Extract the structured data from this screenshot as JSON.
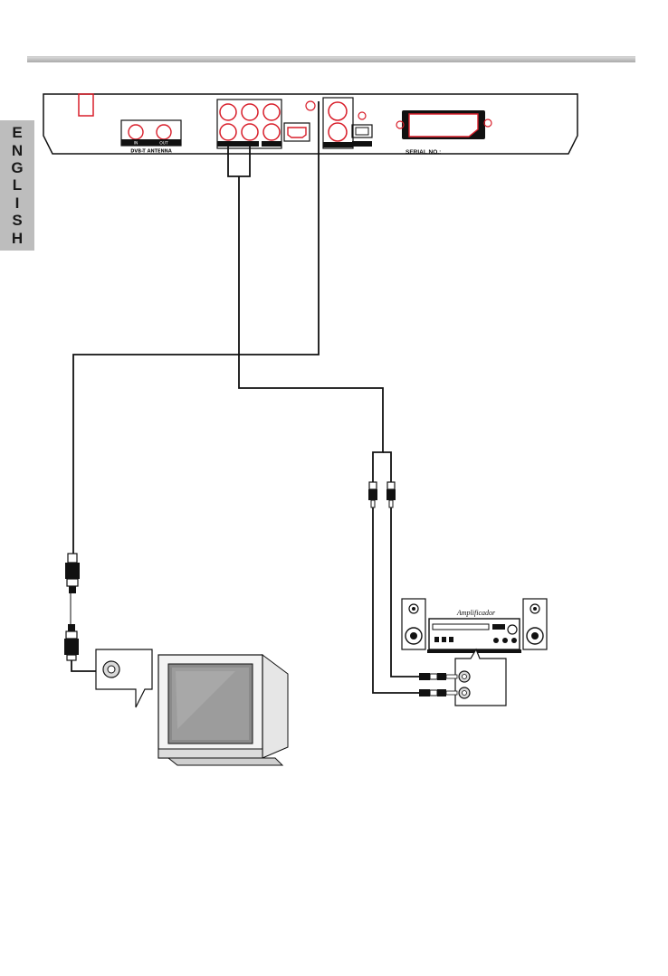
{
  "sidebar": {
    "language_letters": [
      "E",
      "N",
      "G",
      "L",
      "I",
      "S",
      "H"
    ]
  },
  "rear_panel": {
    "antenna_label": "DVB-T ANTENNA",
    "antenna_in": "IN",
    "antenna_out": "OUT",
    "serial_label": "SERIAL NO.:"
  },
  "amplifier": {
    "label": "Amplificador"
  },
  "colors": {
    "accent_red": "#d81e2a",
    "line": "#111111",
    "sidebar_bg": "#bdbdbd"
  }
}
